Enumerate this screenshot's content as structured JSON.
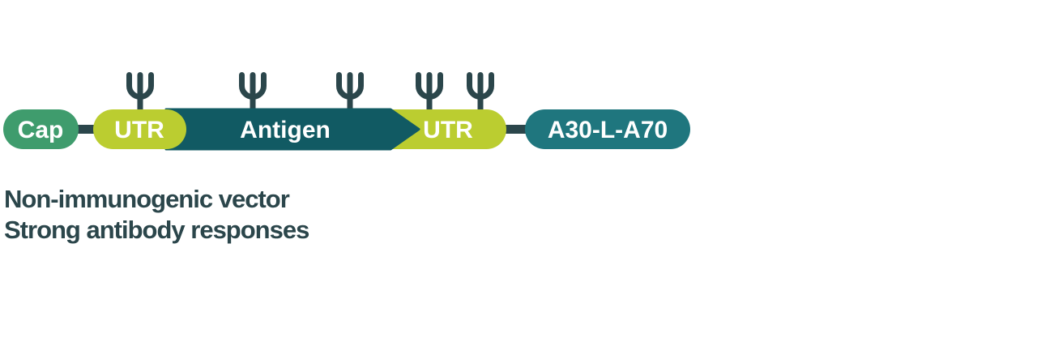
{
  "figure": {
    "construct": {
      "segments": [
        {
          "name": "cap",
          "label": "Cap",
          "color": "#3F9C6D"
        },
        {
          "name": "utr-5prime",
          "label": "UTR",
          "color": "#BBCD30"
        },
        {
          "name": "antigen",
          "label": "Antigen",
          "color": "#115A63"
        },
        {
          "name": "utr-3prime",
          "label": "UTR",
          "color": "#BBCD30"
        },
        {
          "name": "poly-a-tail",
          "label": "A30-L-A70",
          "color": "#1F767E"
        }
      ],
      "modifications": {
        "icon": "pseudouridine-psi-icon",
        "count": 5,
        "color": "#2B464B"
      },
      "connector_color": "#2B464B"
    },
    "caption": {
      "lines": [
        "Non-immunogenic vector",
        "Strong antibody responses"
      ],
      "color": "#2B464B"
    }
  }
}
